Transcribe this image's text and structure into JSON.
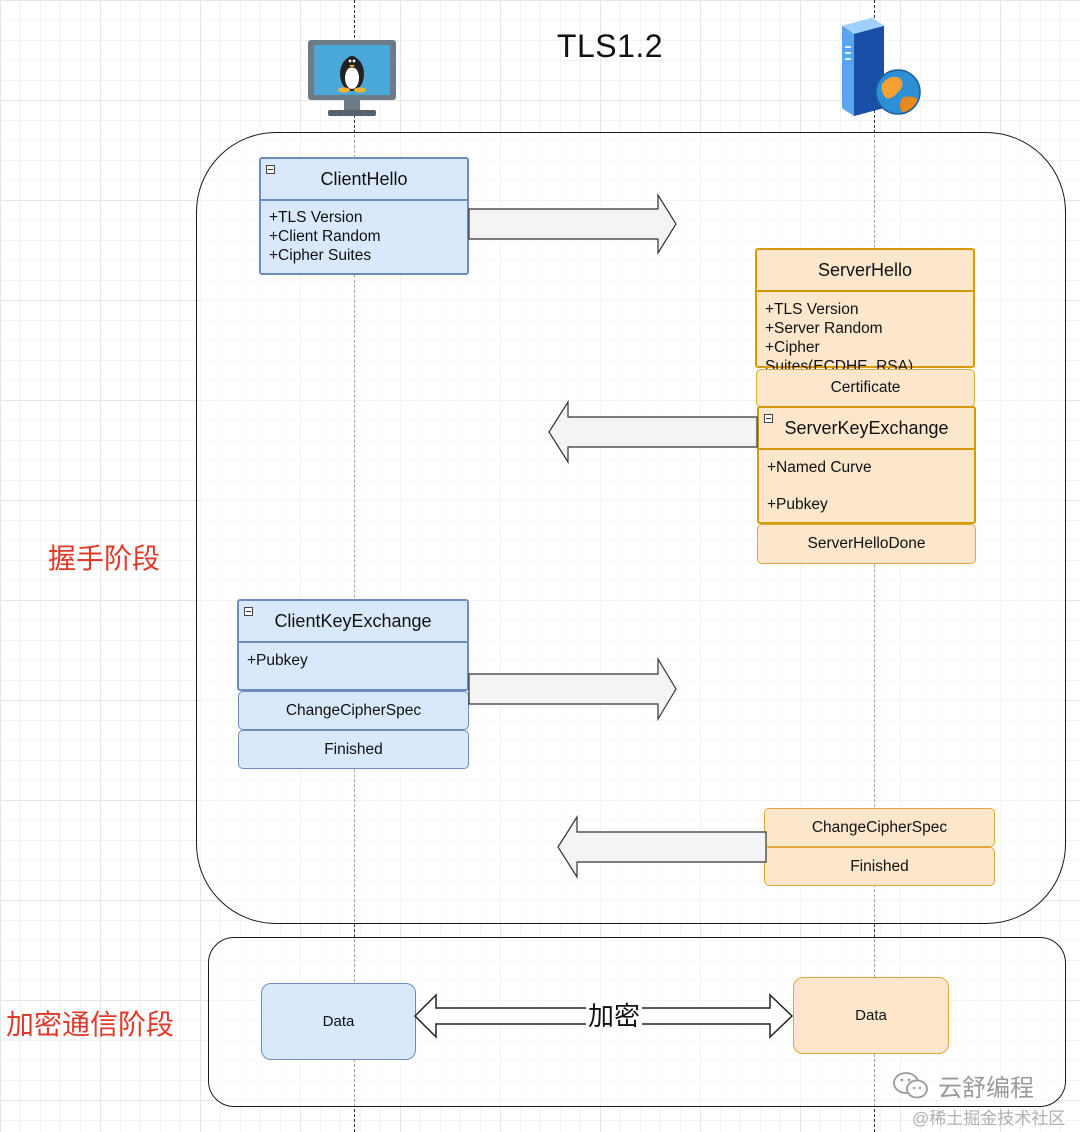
{
  "title": "TLS1.2",
  "phases": {
    "handshake_label": "握手阶段",
    "encrypted_label": "加密通信阶段"
  },
  "client_hello": {
    "title": "ClientHello",
    "fields": [
      "+TLS Version",
      "+Client Random",
      "+Cipher Suites"
    ]
  },
  "server_hello": {
    "title": "ServerHello",
    "fields": [
      "+TLS Version",
      "+Server Random",
      "+Cipher Suites(ECDHE_RSA)"
    ]
  },
  "certificate_label": "Certificate",
  "server_key_exchange": {
    "title": "ServerKeyExchange",
    "fields": [
      "+Named Curve",
      "+Pubkey"
    ]
  },
  "server_hello_done_label": "ServerHelloDone",
  "client_key_exchange": {
    "title": "ClientKeyExchange",
    "fields": [
      "+Pubkey"
    ]
  },
  "client_change_cipher_spec_label": "ChangeCipherSpec",
  "client_finished_label": "Finished",
  "server_change_cipher_spec_label": "ChangeCipherSpec",
  "server_finished_label": "Finished",
  "client_data_label": "Data",
  "server_data_label": "Data",
  "encrypt_label": "加密",
  "watermark": {
    "brand": "云舒编程",
    "community": "@稀土掘金技术社区"
  },
  "icons": {
    "client": "linux-monitor-icon",
    "server": "server-globe-icon",
    "wechat": "wechat-icon"
  },
  "colors": {
    "client_fill": "#dae8fc",
    "client_stroke": "#6c8ebf",
    "server_fill": "#fce6cc",
    "server_stroke": "#d79b00",
    "phase_label": "#e03a2a"
  }
}
